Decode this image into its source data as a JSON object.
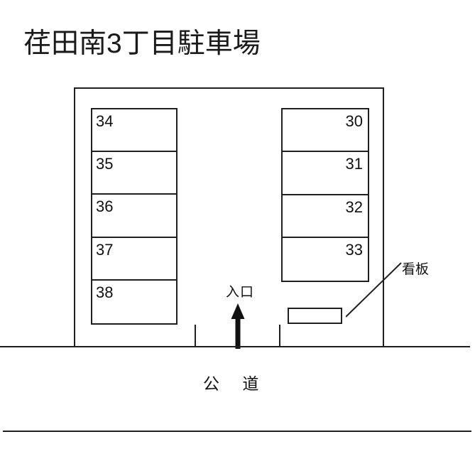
{
  "title": "荏田南3丁目駐車場",
  "diagram": {
    "type": "parking-lot-site-plan",
    "left_block": {
      "label_align": "left",
      "stalls": [
        {
          "number": "34"
        },
        {
          "number": "35"
        },
        {
          "number": "36"
        },
        {
          "number": "37"
        },
        {
          "number": "38"
        }
      ]
    },
    "right_block": {
      "label_align": "right",
      "stalls": [
        {
          "number": "30"
        },
        {
          "number": "31"
        },
        {
          "number": "32"
        },
        {
          "number": "33"
        }
      ]
    },
    "signboard": {
      "label": "看板"
    },
    "entrance": {
      "label": "入口"
    },
    "road": {
      "label": "公 道"
    },
    "colors": {
      "line": "#1f1f1f",
      "text": "#111111",
      "background": "#ffffff"
    }
  }
}
